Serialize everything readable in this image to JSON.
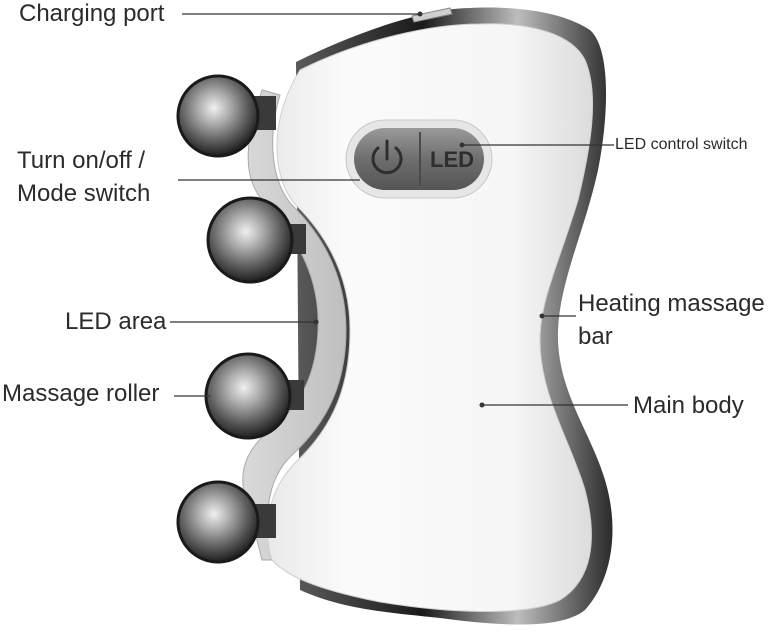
{
  "labels": {
    "charging_port": "Charging port",
    "turn_on_off": "Turn on/off  /",
    "mode_switch": "Mode switch",
    "led_area": "LED area",
    "massage_roller": "Massage roller",
    "led_control_switch": "LED control switch",
    "heating_massage_bar_line1": "Heating massage",
    "heating_massage_bar_line2": "bar",
    "main_body": "Main body"
  },
  "device": {
    "button_led_text": "LED",
    "power_icon": "power-icon",
    "roller_count": 4
  },
  "colors": {
    "body": "#f7f7f7",
    "chrome_edge": "#2a2a2a",
    "button": "#7a7a7a",
    "roller": "#8c8c8c",
    "leader_line": "#333333"
  }
}
